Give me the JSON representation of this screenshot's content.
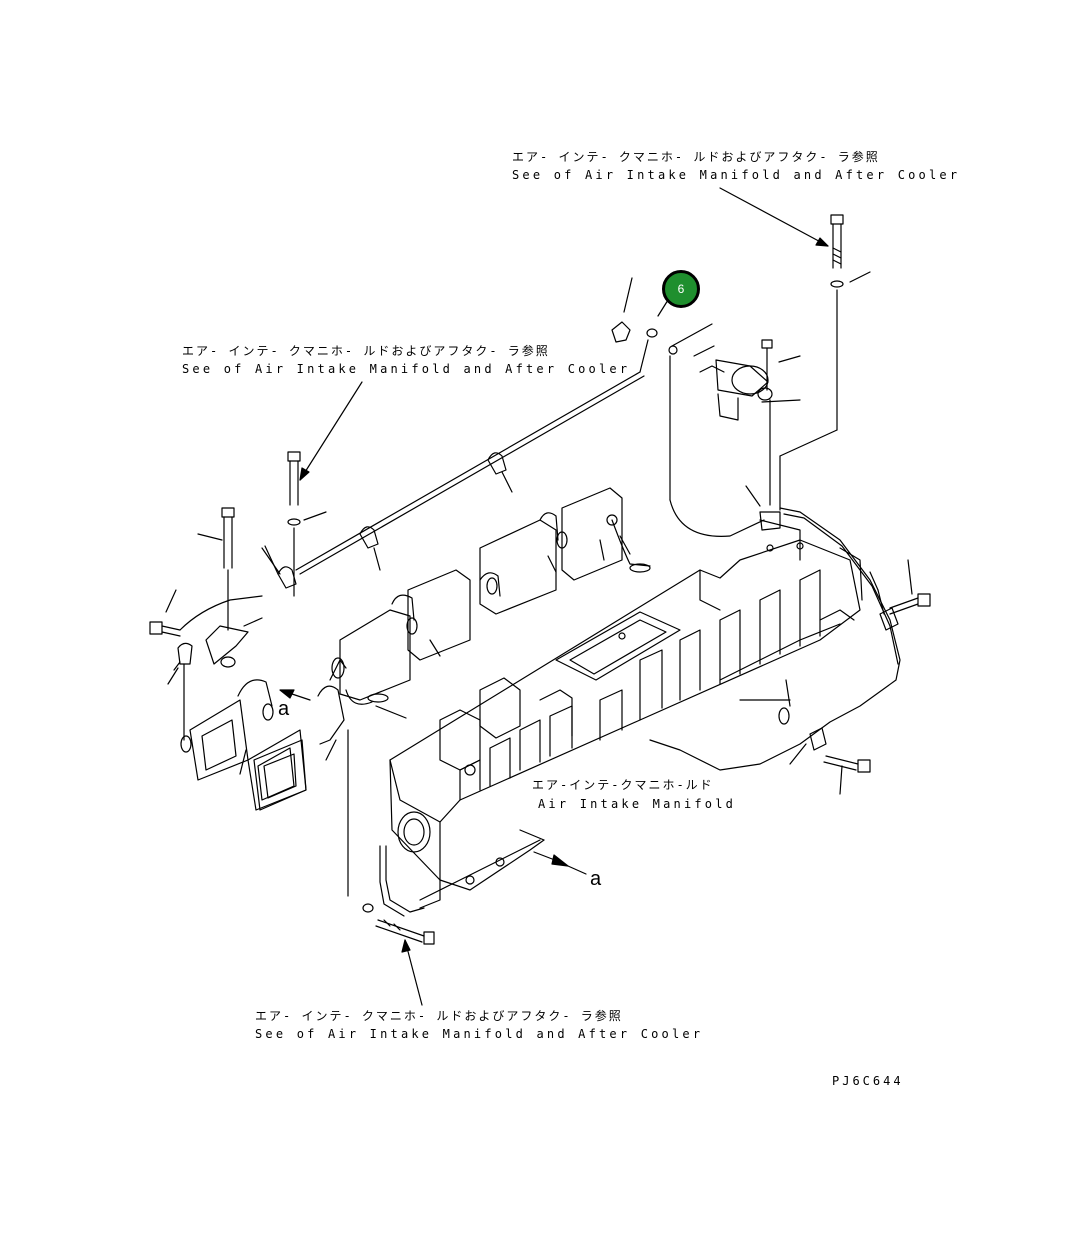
{
  "notes": {
    "top_right": {
      "jp": "エア- インテ- クマニホ- ルドおよびアフタク- ラ参照",
      "en": "See of Air Intake Manifold and After Cooler"
    },
    "left": {
      "jp": "エア- インテ- クマニホ- ルドおよびアフタク- ラ参照",
      "en": "See of Air Intake Manifold and After Cooler"
    },
    "bottom": {
      "jp": "エア- インテ- クマニホ- ルドおよびアフタク- ラ参照",
      "en": "See of Air Intake Manifold and After Cooler"
    }
  },
  "manifold_label": {
    "jp": "エア-インテ-クマニホ-ルド",
    "en": "Air Intake Manifold"
  },
  "view_markers": [
    "a",
    "a"
  ],
  "part_badge": {
    "number": "6",
    "color": "#1f8f2e"
  },
  "figure_id": "PJ6C644"
}
